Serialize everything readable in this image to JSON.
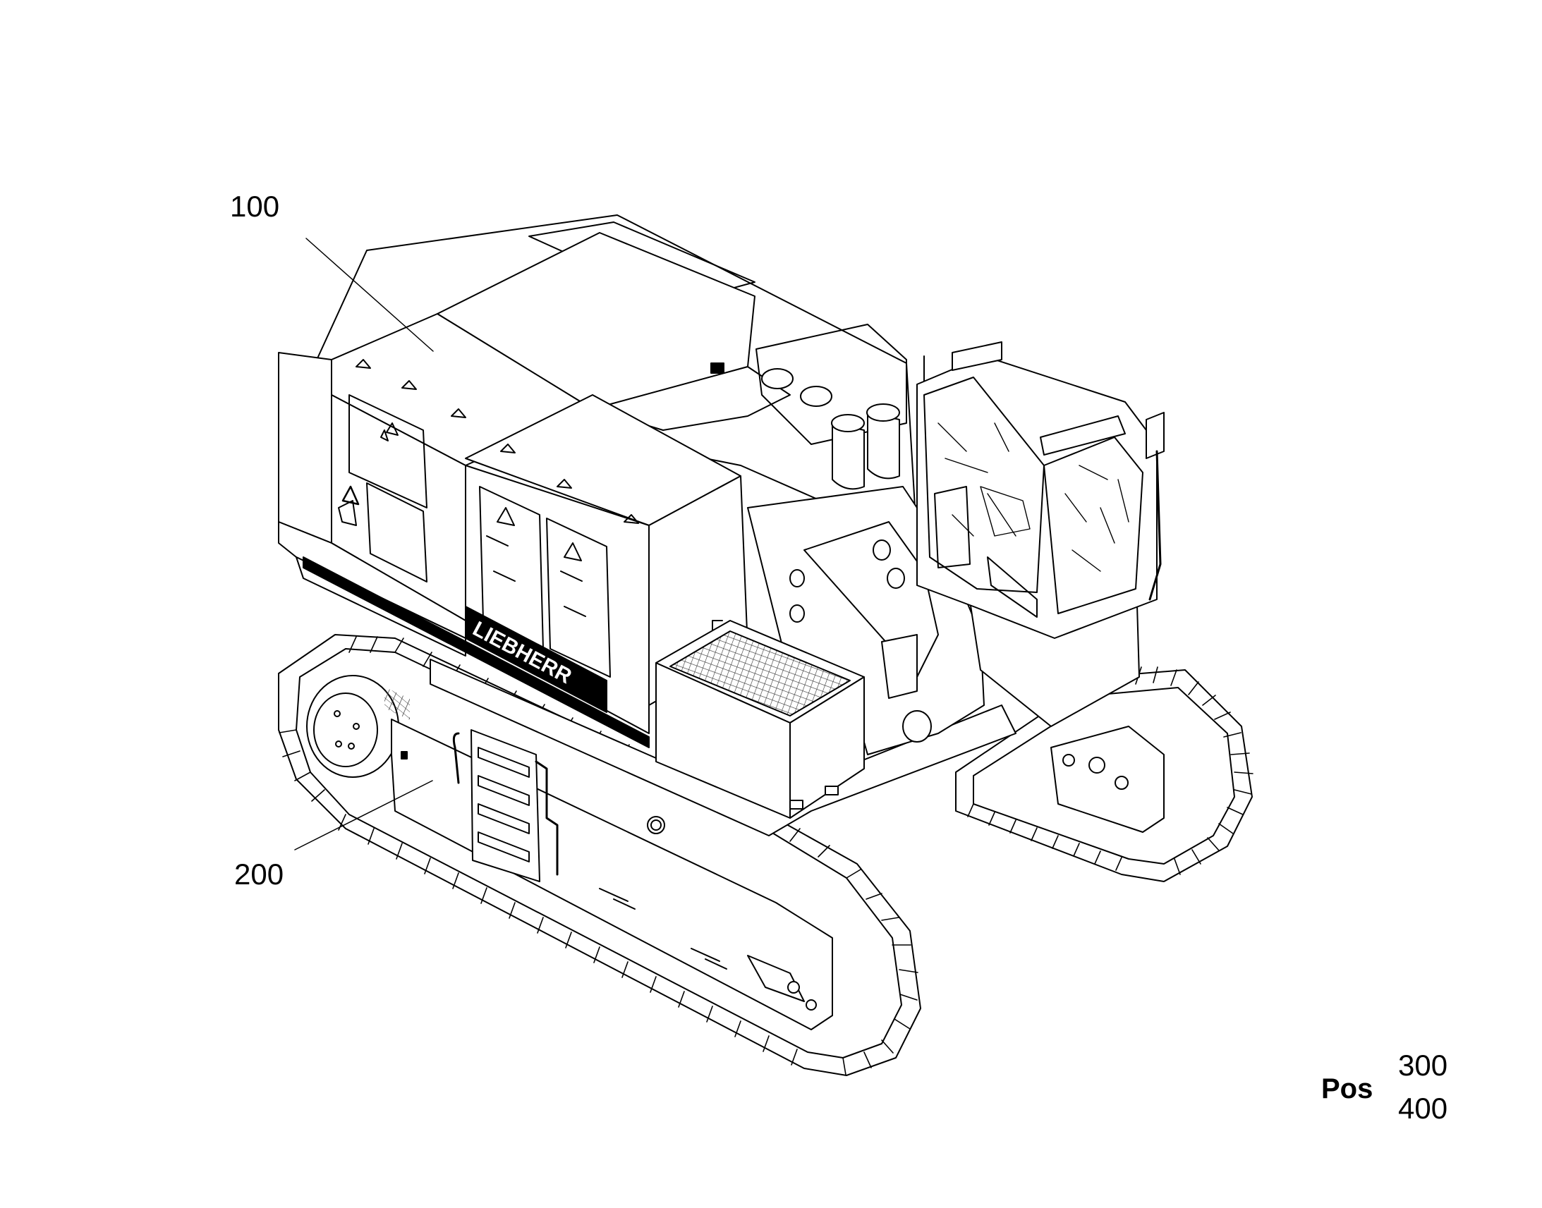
{
  "callouts": {
    "upper_structure": "100",
    "undercarriage": "200"
  },
  "position_note": {
    "label": "Pos",
    "values": [
      "300",
      "400"
    ]
  },
  "brand_decal": "LIEBHERR",
  "colors": {
    "line": "#000000",
    "background": "#ffffff",
    "mesh": "#333333"
  }
}
